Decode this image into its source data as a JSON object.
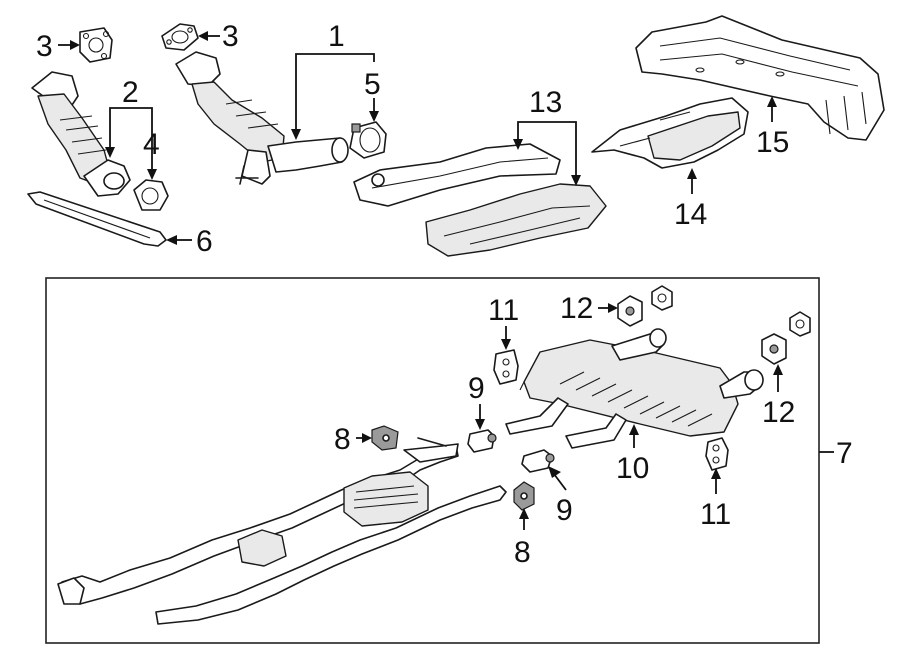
{
  "callouts": {
    "c1": "1",
    "c2": "2",
    "c3a": "3",
    "c3b": "3",
    "c4": "4",
    "c5": "5",
    "c6": "6",
    "c7": "7",
    "c8a": "8",
    "c8b": "8",
    "c9a": "9",
    "c9b": "9",
    "c10": "10",
    "c11a": "11",
    "c11b": "11",
    "c12a": "12",
    "c12b": "12",
    "c13": "13",
    "c14": "14",
    "c15": "15"
  }
}
